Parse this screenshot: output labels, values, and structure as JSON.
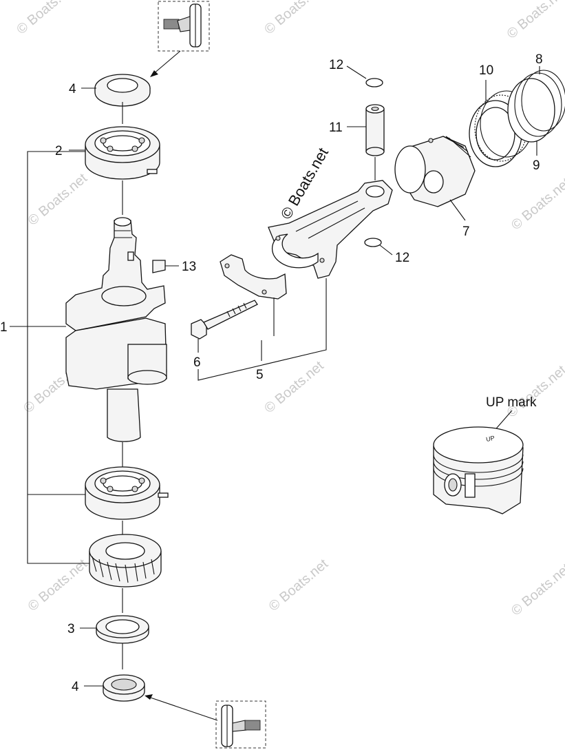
{
  "diagram": {
    "watermark_text": "© Boats.net",
    "center_watermark_text": "© Boats.net",
    "callouts": {
      "c1": "1",
      "c2": "2",
      "c3": "3",
      "c4_top": "4",
      "c4_bottom": "4",
      "c5": "5",
      "c6": "6",
      "c7": "7",
      "c8": "8",
      "c9": "9",
      "c10": "10",
      "c11": "11",
      "c12_top": "12",
      "c12_bottom": "12",
      "c13": "13"
    },
    "up_mark_label": "UP mark",
    "piston_stamp": "UP"
  }
}
